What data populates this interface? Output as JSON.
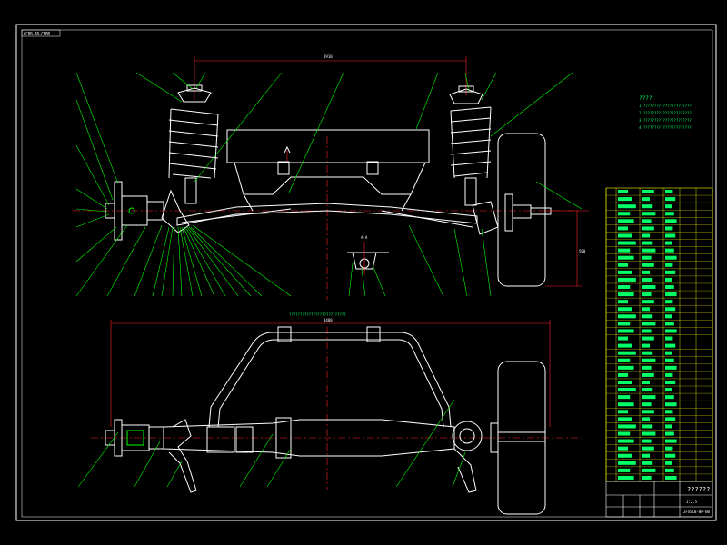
{
  "title_tab": "CCBB-BB-CBBB",
  "dimensions": {
    "top_span": "1910",
    "bottom_span": "1480",
    "wheel_height": "500"
  },
  "section_label": "A-A",
  "mid_caption": "??????????????????????????",
  "notes": {
    "heading": "????",
    "lines": [
      "1.??????????????????????",
      "2.??????????????????????",
      "3.??????????????????????",
      "4.??????????????????????"
    ]
  },
  "title_block": {
    "name": "??????",
    "scale": "1:2.5",
    "drawing_no": "JFXSCB-00-00"
  },
  "colors": {
    "frame": "#ffffff",
    "part": "#ffffff",
    "leader": "#00ff00",
    "center": "#ff2020",
    "dim": "#ff2020",
    "table_grid": "#ffff00",
    "table_text": "#00ff66"
  },
  "icons": {
    "spring": "coil-spring-icon",
    "hub": "wheel-hub-icon"
  }
}
